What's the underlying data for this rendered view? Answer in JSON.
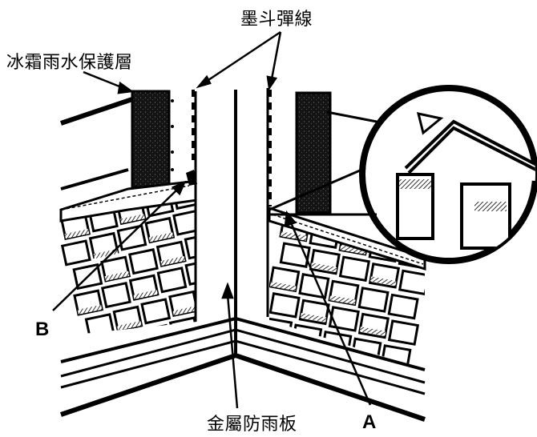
{
  "labels": {
    "chalk_line": "墨斗彈線",
    "ice_water_shield": "冰霜雨水保護層",
    "metal_flashing": "金屬防雨板",
    "point_a": "A",
    "point_b": "B"
  },
  "colors": {
    "ink": "#000000",
    "paper": "#ffffff",
    "shield_dark": "#141414"
  }
}
